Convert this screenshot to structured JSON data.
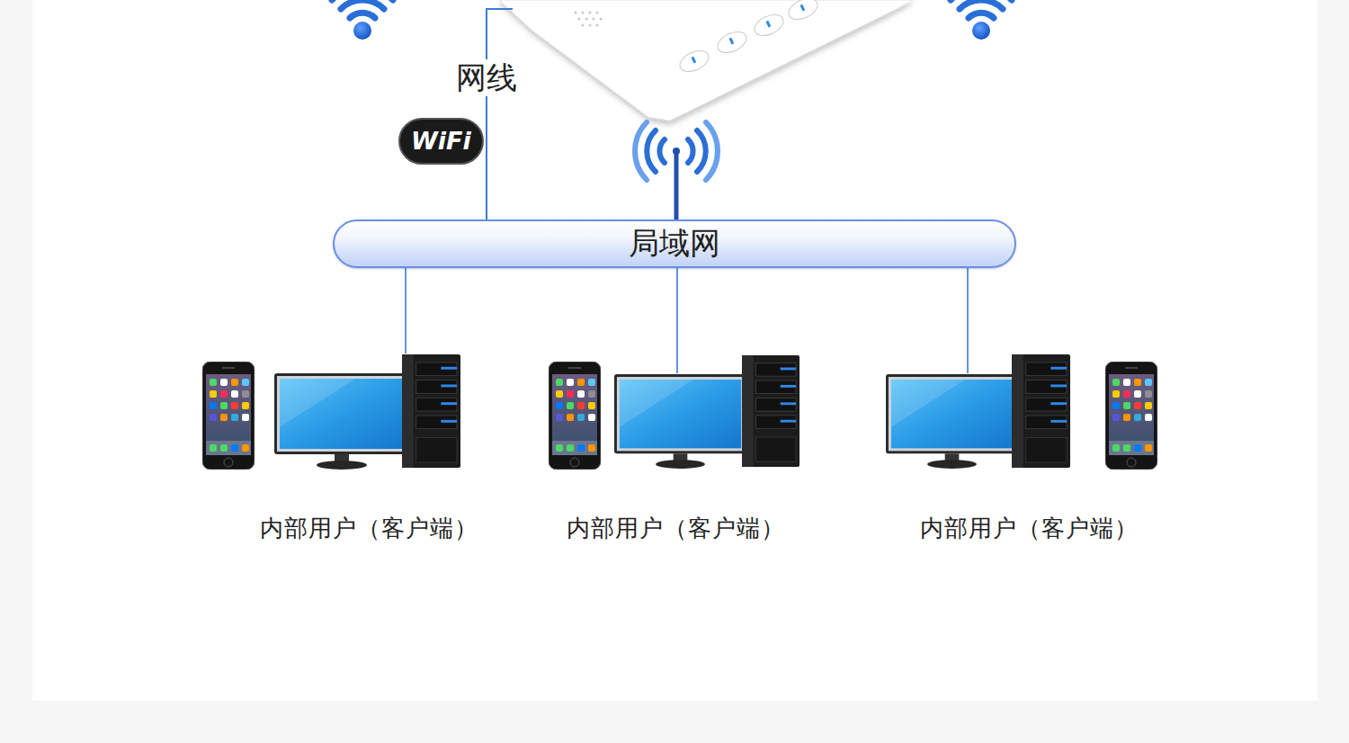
{
  "diagram": {
    "nodes": [
      {
        "text": [
          "局域网"
        ]
      },
      {
        "text": [
          "内部用户（客户端）"
        ]
      },
      {
        "text": [
          "内部用户（客户端）"
        ]
      },
      {
        "text": [
          "内部用户（客户端）"
        ]
      }
    ],
    "edges": [
      {
        "from": 0,
        "to": 1,
        "arrow": "none"
      },
      {
        "from": 0,
        "to": 2,
        "arrow": "none"
      },
      {
        "from": 0,
        "to": 3,
        "arrow": "none"
      }
    ],
    "labels": [
      "网线",
      "WiFi"
    ]
  }
}
